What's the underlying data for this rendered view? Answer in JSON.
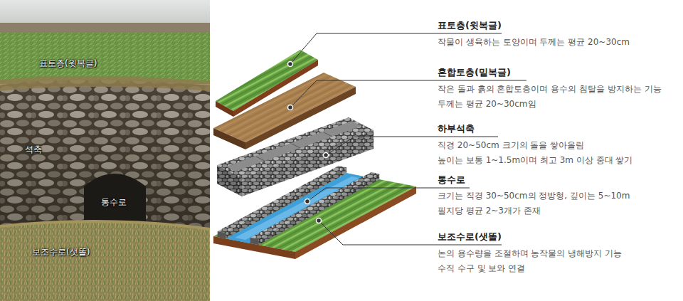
{
  "diagram": {
    "labels": [
      "표토층(윗복글)",
      "석축",
      "통수로",
      "보조수로(샛똘)",
      "표토층(윗복글)",
      "작물이 생육하는 토양이며 두께는 평균 20~30cm",
      "혼합토층(밑복글)",
      "작은 돌과 흙의 혼합토층이며 용수의 침탈을 방지하는 기능",
      "두께는 평균 20~30cm임",
      "하부석축",
      "직경 20~50cm 크기의 돌을 쌓아올림",
      "높이는 보통 1~1.5m이며 최고 3m 이상 중대 쌓기",
      "통수로",
      "크기는 직경 30~50cm의 정방형, 깊이는 5~10m",
      "필지당 평균 2~3개가 존재",
      "보조수로(샛똘)",
      "논의 용수량을 조절하며 농작물의 냉해방지 기능",
      "수직 수구 및 보와 연결"
    ]
  }
}
